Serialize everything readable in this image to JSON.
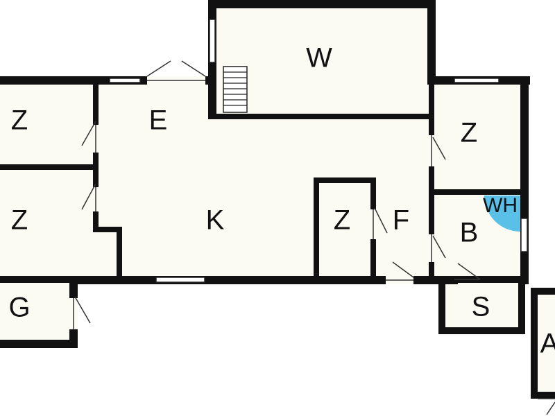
{
  "rooms": {
    "w": "W",
    "e": "E",
    "k": "K",
    "z1": "Z",
    "z2": "Z",
    "z3": "Z",
    "z4": "Z",
    "f": "F",
    "b": "B",
    "wh": "WH",
    "g": "G",
    "s": "S",
    "a": "A"
  },
  "colors": {
    "wall": "#111111",
    "floor": "#fbfbf4",
    "water_heater": "#5bc0e8"
  }
}
